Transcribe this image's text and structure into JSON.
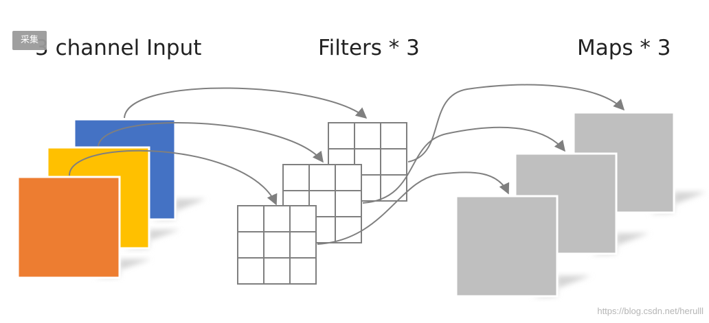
{
  "headings": {
    "input": "3 channel Input",
    "filters": "Filters * 3",
    "maps": "Maps * 3"
  },
  "badge": "采集",
  "watermark": "https://blog.csdn.net/herulll",
  "colors": {
    "channel_1": "#4472C4",
    "channel_2": "#FFC000",
    "channel_3": "#ED7D31",
    "filter_grid": "#7F7F7F",
    "map": "#BFBFBF",
    "arrow": "#7F7F7F",
    "shadow": "#d4d4d4"
  },
  "filter_grid_size": 3
}
